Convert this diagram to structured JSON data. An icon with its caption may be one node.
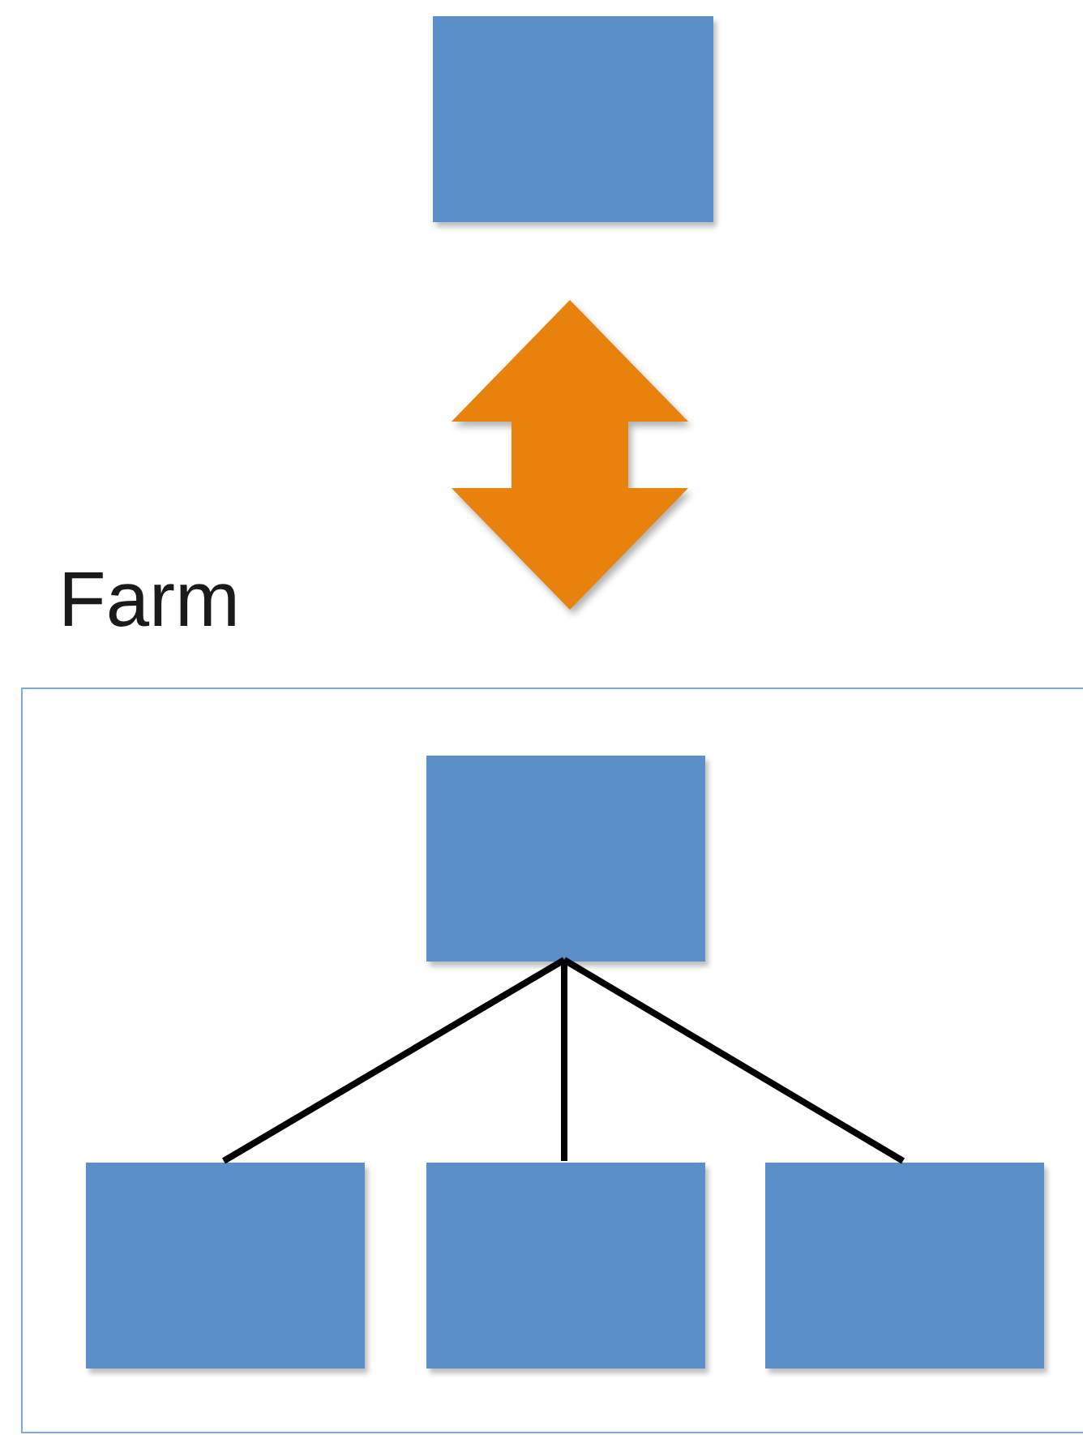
{
  "diagram": {
    "nodes": [
      {
        "text": [],
        "shape": "box"
      },
      {
        "text": [
          "Farm"
        ]
      },
      {
        "text": [],
        "shape": "box",
        "in": 1
      },
      {
        "text": [],
        "shape": "box",
        "in": 1
      },
      {
        "text": [],
        "shape": "box",
        "in": 1
      },
      {
        "text": [],
        "shape": "box",
        "in": 1
      }
    ],
    "edges": [
      {
        "from": 0,
        "to": 1,
        "arrow": "both",
        "style": "thick",
        "color": "#e8820c"
      },
      {
        "from": 2,
        "to": 3,
        "arrow": "none"
      },
      {
        "from": 2,
        "to": 4,
        "arrow": "none"
      },
      {
        "from": 2,
        "to": 5,
        "arrow": "none"
      }
    ]
  }
}
